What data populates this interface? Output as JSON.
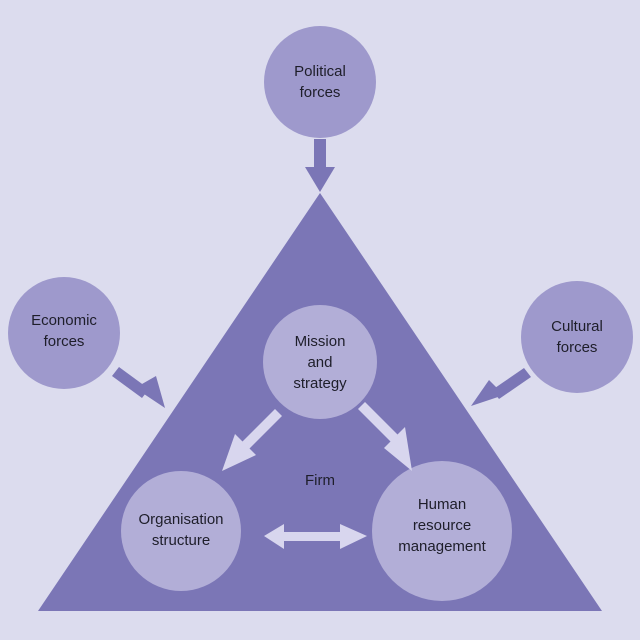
{
  "colors": {
    "background": "#dcdcee",
    "triangle": "#7b76b6",
    "outer_circle": "#9e99cc",
    "inner_circle": "#b2aed7",
    "arrow_dark": "#7b76b6",
    "arrow_light": "#d8d6ee",
    "text": "#1e1e2a"
  },
  "external_forces": {
    "political": "Political\nforces",
    "economic": "Economic\nforces",
    "cultural": "Cultural\nforces"
  },
  "firm": {
    "label": "Firm",
    "mission": "Mission\nand\nstrategy",
    "structure": "Organisation\nstructure",
    "hrm": "Human\nresource\nmanagement"
  }
}
